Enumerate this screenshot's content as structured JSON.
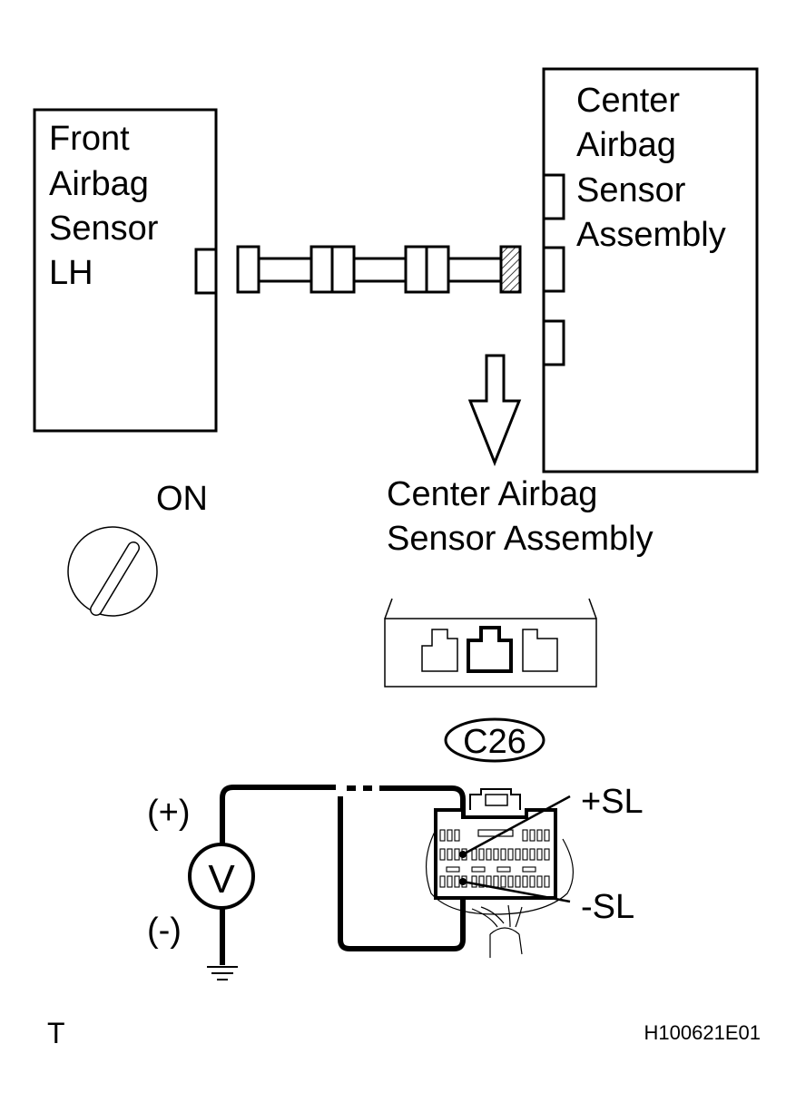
{
  "front_sensor": {
    "line1": "Front",
    "line2": "Airbag",
    "line3": "Sensor",
    "line4": "LH"
  },
  "center_sensor": {
    "line1": "Center",
    "line2": "Airbag",
    "line3": "Sensor",
    "line4": "Assembly"
  },
  "ignition": {
    "label": "ON"
  },
  "connector_view": {
    "line1": "Center Airbag",
    "line2": "Sensor Assembly"
  },
  "connector_id": "C26",
  "meter": {
    "symbol": "V",
    "positive": "(+)",
    "negative": "(-)"
  },
  "terminals": {
    "plus": "+SL",
    "minus": "-SL"
  },
  "corner_letter": "T",
  "figure_code": "H100621E01"
}
